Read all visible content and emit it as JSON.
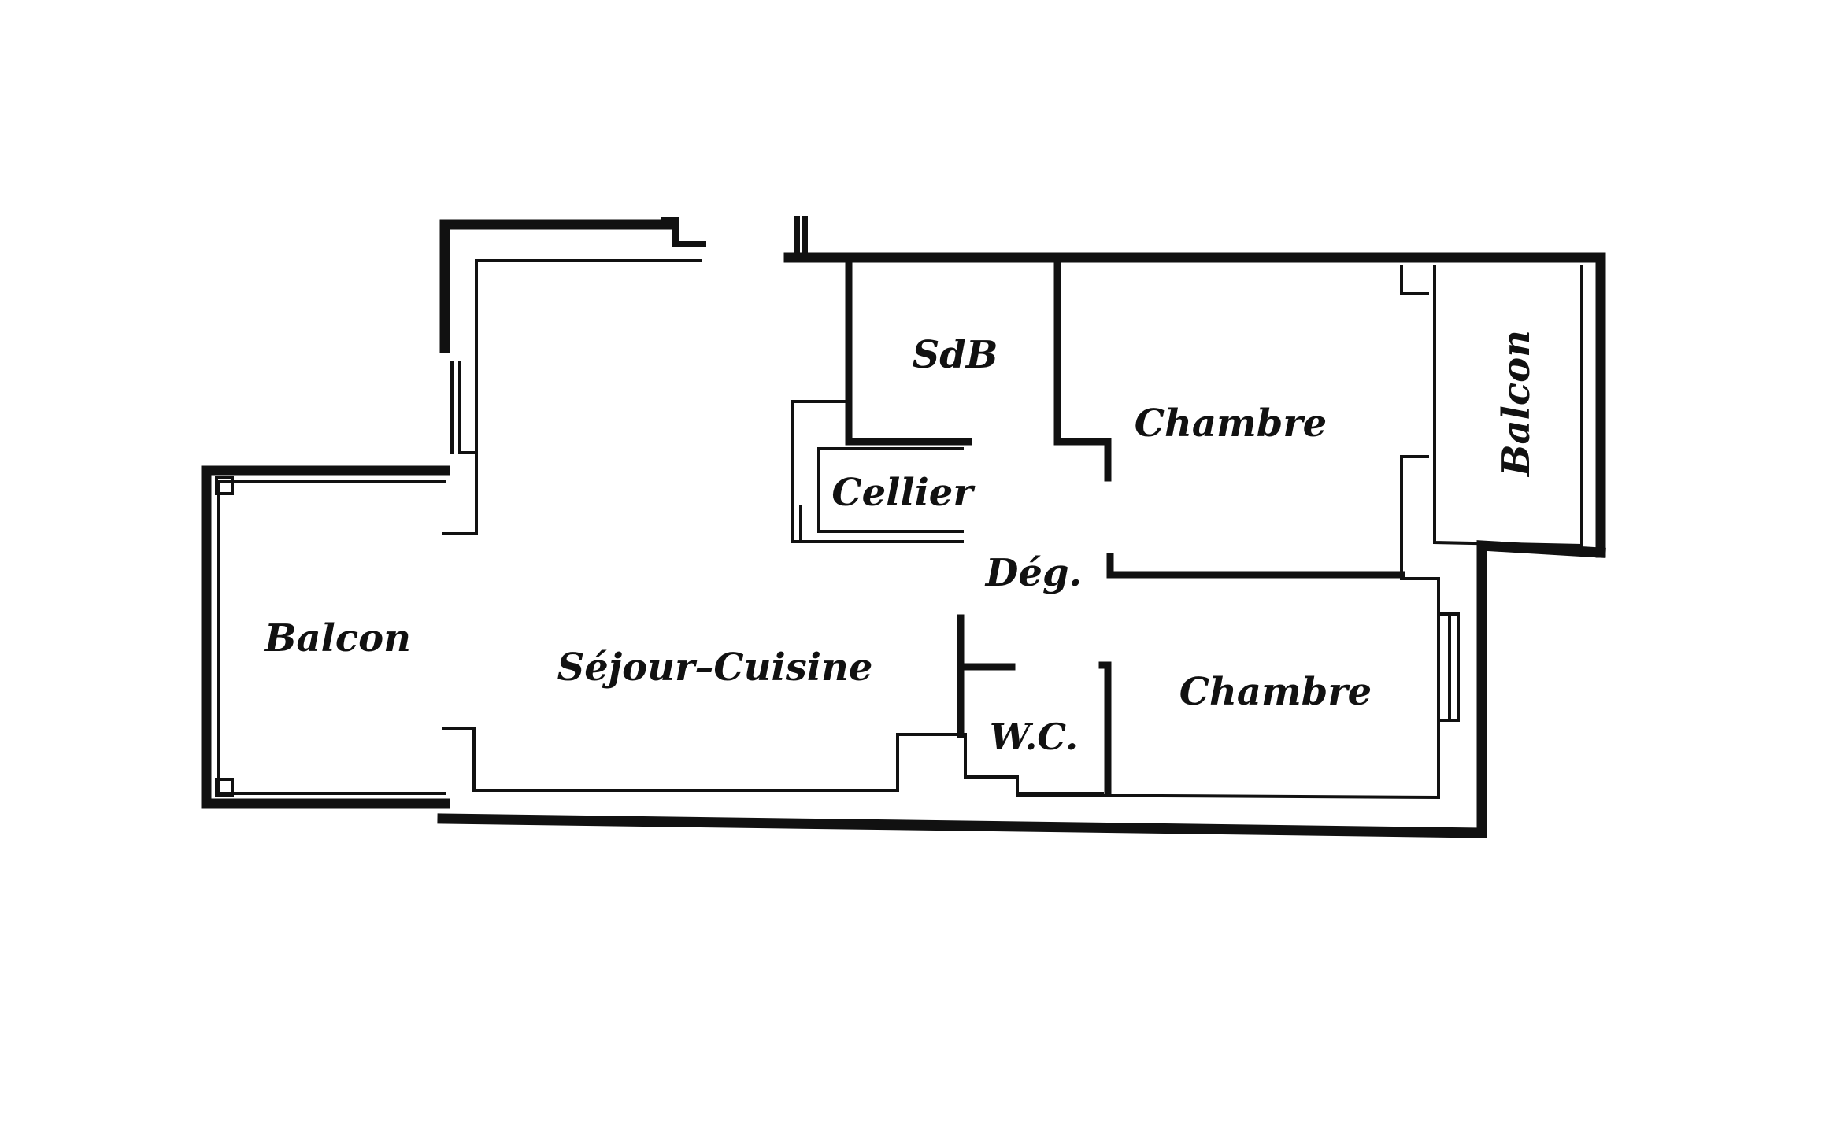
{
  "rooms": {
    "sdb": "SdB",
    "chambre_1": "Chambre",
    "balcon_right": "Balcon",
    "cellier": "Cellier",
    "deg": "Dég.",
    "balcon_left": "Balcon",
    "sejour_cuisine": "Séjour–Cuisine",
    "chambre_2": "Chambre",
    "wc": "W.C."
  },
  "colors": {
    "wall": "#111111",
    "background": "#ffffff"
  }
}
